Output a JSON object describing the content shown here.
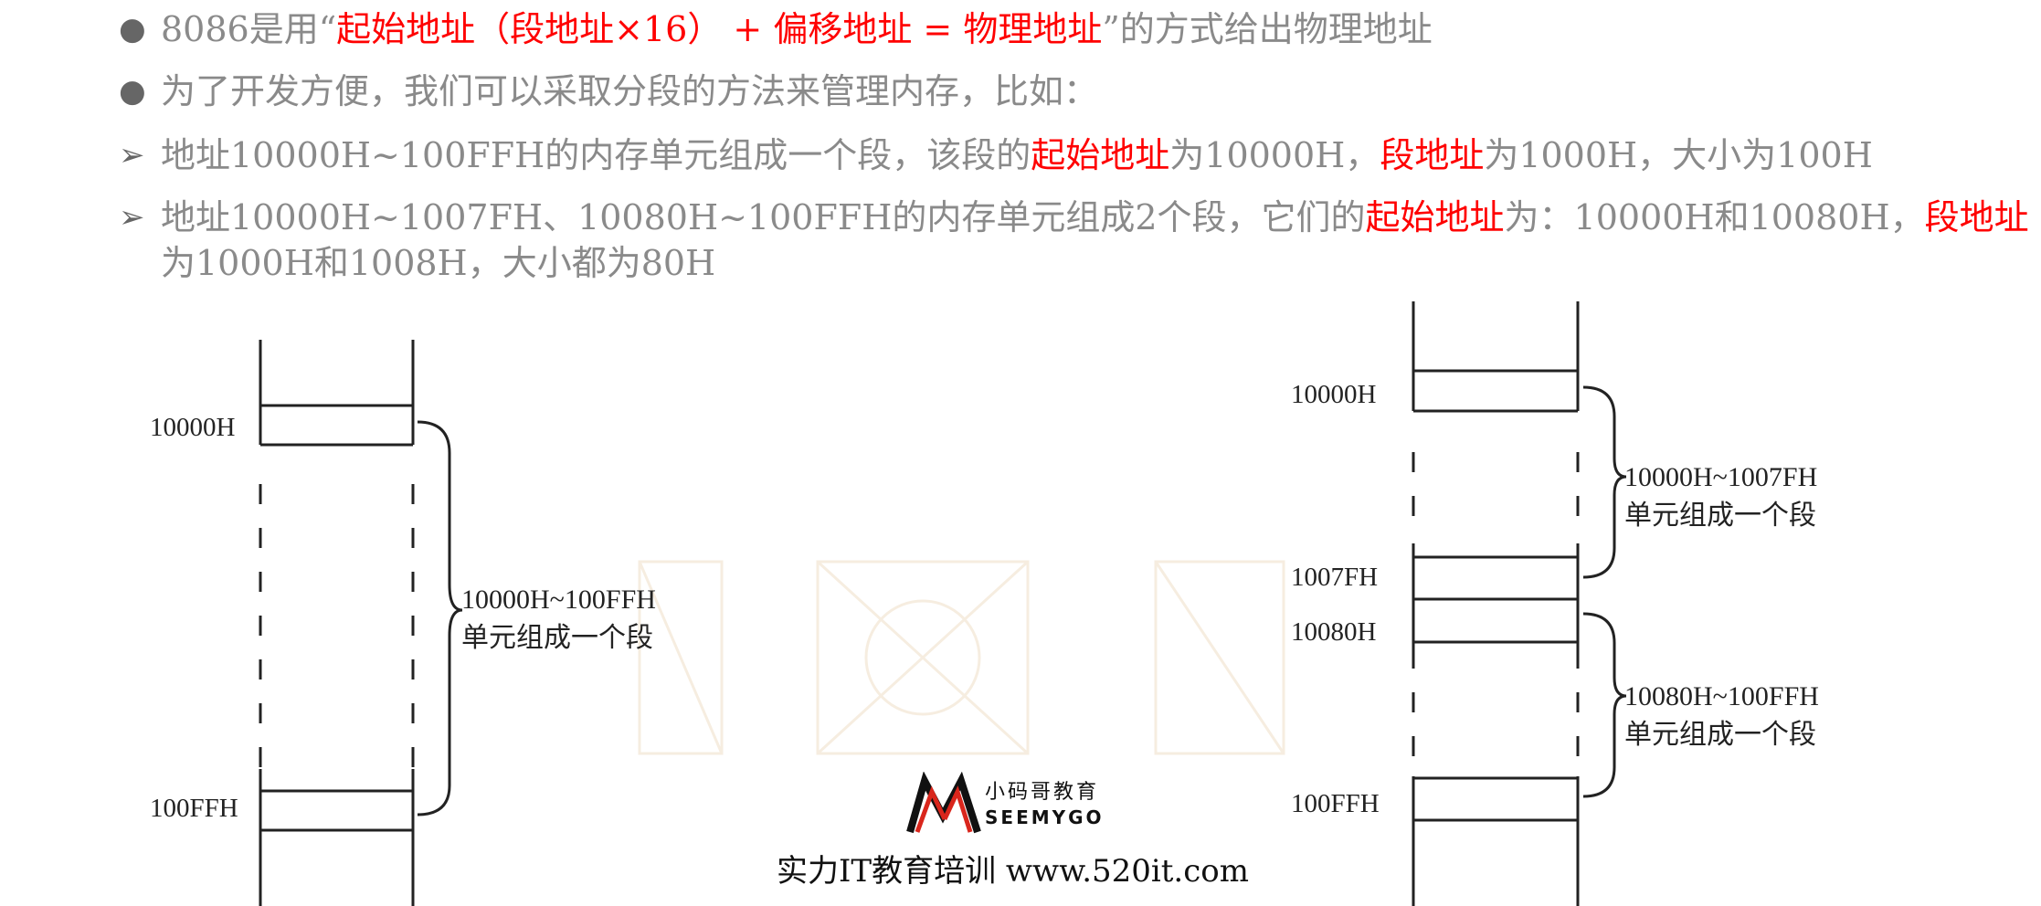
{
  "bullets": [
    {
      "marker": "●",
      "pre": "8086是用“",
      "red": "起始地址（段地址×16） + 偏移地址 = 物理地址",
      "post": "”的方式给出物理地址"
    },
    {
      "marker": "●",
      "text": "为了开发方便，我们可以采取分段的方法来管理内存，比如："
    },
    {
      "marker": "➢",
      "seg1": "地址10000H~100FFH的内存单元组成一个段，该段的",
      "red1": "起始地址",
      "seg2": "为10000H，",
      "red2": "段地址",
      "seg3": "为1000H，大小为100H"
    },
    {
      "marker": "➢",
      "seg1": "地址10000H~1007FH、10080H~100FFH的内存单元组成2个段，它们的",
      "red1": "起始地址",
      "seg2": "为：10000H和10080H，",
      "red2": "段地址",
      "line2": "为1000H和1008H，大小都为80H"
    }
  ],
  "diagram_left": {
    "addr_top": "10000H",
    "addr_bottom": "100FFH",
    "brace_line1": "10000H~100FFH",
    "brace_line2": "单元组成一个段"
  },
  "diagram_right": {
    "addr1": "10000H",
    "addr2": "1007FH",
    "addr3": "10080H",
    "addr4": "100FFH",
    "brace1_line1": "10000H~1007FH",
    "brace1_line2": "单元组成一个段",
    "brace2_line1": "10080H~100FFH",
    "brace2_line2": "单元组成一个段"
  },
  "footer": {
    "brand_cn": "小码哥教育",
    "brand_en": "SEEMYGO",
    "slogan": "实力IT教育培训 www.520it.com"
  },
  "colors": {
    "accent_red": "#ff0000",
    "body_gray": "#8a8a8a"
  }
}
